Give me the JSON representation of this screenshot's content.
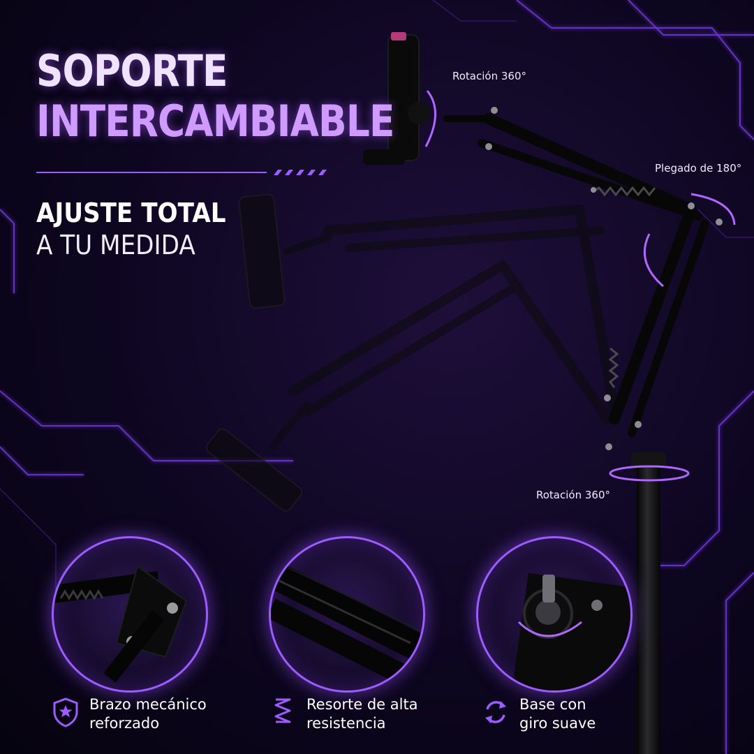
{
  "headline": {
    "line1": "SOPORTE",
    "line2": "INTERCAMBIABLE"
  },
  "subheadline": {
    "bold": "AJUSTE TOTAL",
    "light": "A TU MEDIDA"
  },
  "callouts": {
    "top_rotation": "Rotación 360°",
    "fold": "Plegado de 180°",
    "base_rotation": "Rotación 360°"
  },
  "features": [
    {
      "icon": "shield-star-icon",
      "line1": "Brazo mecánico",
      "line2": "reforzado"
    },
    {
      "icon": "spring-icon",
      "line1": "Resorte de alta",
      "line2": "resistencia"
    },
    {
      "icon": "rotate-arrows-icon",
      "line1": "Base con",
      "line2": "giro suave"
    }
  ],
  "colors": {
    "accent": "#9d5cff",
    "background": "#0d0620",
    "glow": "#b066ff"
  }
}
